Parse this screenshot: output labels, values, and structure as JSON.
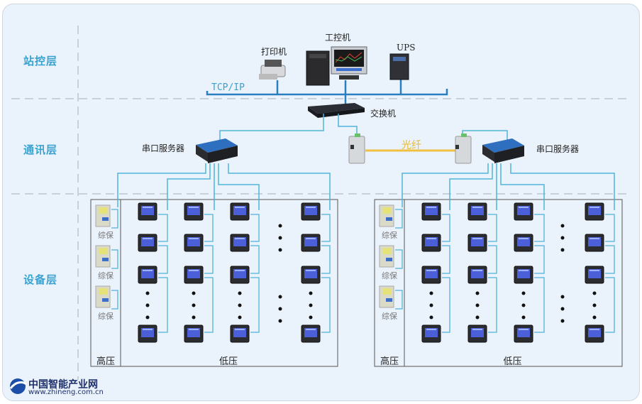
{
  "layers": [
    {
      "id": "station",
      "label": "站控层"
    },
    {
      "id": "comm",
      "label": "通讯层"
    },
    {
      "id": "device",
      "label": "设备层"
    }
  ],
  "station": {
    "printer": "打印机",
    "ipc": "工控机",
    "ups": "UPS",
    "network": "TCP/IP"
  },
  "comm": {
    "switch": "交换机",
    "fiber": "光纤",
    "serial_server_left": "串口服务器",
    "serial_server_right": "串口服务器"
  },
  "device_groups": [
    {
      "high_voltage_label": "高压",
      "low_voltage_label": "低压",
      "protection_units": [
        "综保",
        "综保",
        "综保"
      ]
    },
    {
      "high_voltage_label": "高压",
      "low_voltage_label": "低压",
      "protection_units": [
        "综保",
        "综保",
        "综保"
      ]
    }
  ],
  "watermark": {
    "name": "中国智能产业网",
    "url": "www.zhineng.com.cn"
  },
  "colors": {
    "layer_label": "#3aa2d0",
    "wire": "#4fb3d9",
    "network_bus": "#2a7fbf",
    "fiber": "#f0c040",
    "divider": "#bcc6d0"
  }
}
